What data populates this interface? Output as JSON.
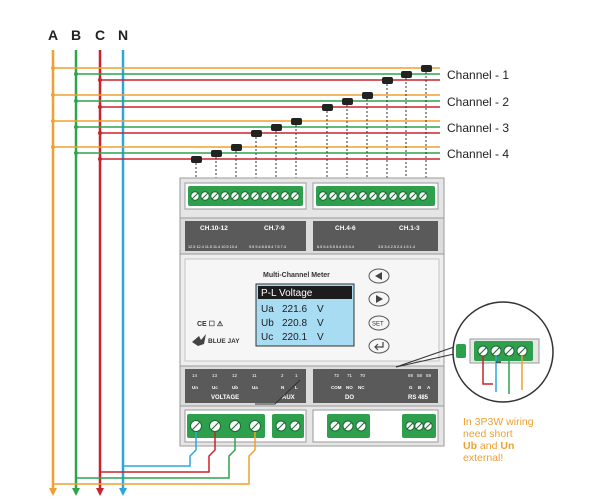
{
  "bus": {
    "labels": [
      "A",
      "B",
      "C",
      "N"
    ],
    "colors": {
      "A": "#f0a030",
      "B": "#2ea44f",
      "C": "#c8242b",
      "N": "#2aa7df"
    }
  },
  "channels": [
    "Channel - 1",
    "Channel - 2",
    "Channel - 3",
    "Channel - 4"
  ],
  "meter": {
    "groups": [
      "CH.10-12",
      "CH.7-9",
      "CH.4-6",
      "CH.1-3"
    ],
    "pins_top": [
      "12.5 12.4 11.5 11.4 10.5 10.4",
      "9.5 9.4 8.5 8.4 7.5 7.4",
      "6.5 6.4 5.5 5.4 4.5 4.4",
      "3.5 3.4 2.5 2.4 1.5 1.4"
    ],
    "title": "Multi-Channel Meter",
    "display": {
      "header": "P-L Voltage",
      "rows": [
        {
          "label": "Ua",
          "value": "221.6",
          "unit": "V"
        },
        {
          "label": "Ub",
          "value": "220.8",
          "unit": "V"
        },
        {
          "label": "Uc",
          "value": "220.1",
          "unit": "V"
        }
      ]
    },
    "buttons": {
      "left": "◀",
      "right": "▶",
      "set": "SET",
      "enter": "↵"
    },
    "brand": "BLUE JAY",
    "cert": "CE ☐ ⚠",
    "bottom_nums": {
      "voltage": [
        "14",
        "13",
        "12",
        "11"
      ],
      "aux": [
        "2",
        "1"
      ],
      "do": [
        "72",
        "71",
        "70"
      ],
      "rs485": [
        "69",
        "58",
        "59"
      ]
    },
    "bottom_terms": {
      "voltage": [
        "Un",
        "Uc",
        "Ub",
        "Ua"
      ],
      "aux": [
        "N",
        "L"
      ],
      "do": [
        "COM",
        "NO",
        "NC"
      ],
      "rs485": [
        "G",
        "B",
        "A"
      ]
    },
    "bottom_groups": [
      "VOLTAGE",
      "AUX",
      "DO",
      "RS 485"
    ]
  },
  "note": {
    "line1": "In 3P3W wiring",
    "line2": "need short",
    "line3_a": "Ub",
    "line3_b": " and ",
    "line3_c": "Un",
    "line4": "external!"
  }
}
